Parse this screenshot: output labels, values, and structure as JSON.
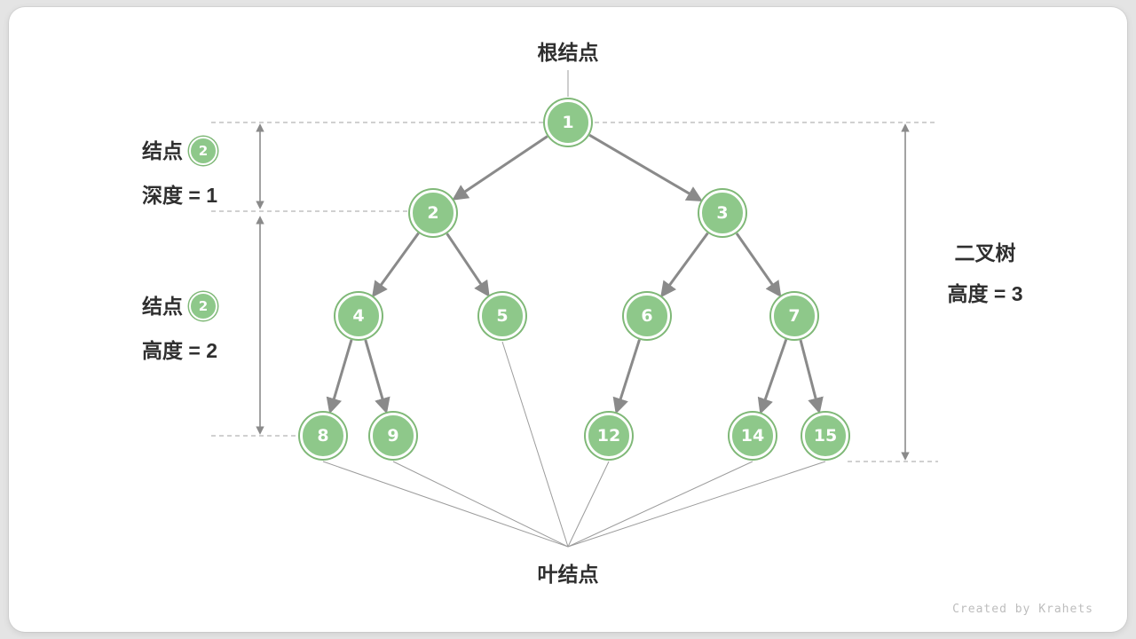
{
  "labels": {
    "root": "根结点",
    "leaf": "叶结点"
  },
  "annotations": {
    "node_depth": {
      "prefix": "结点",
      "badge": "2",
      "text": "深度 = 1"
    },
    "node_height": {
      "prefix": "结点",
      "badge": "2",
      "text": "高度 = 2"
    },
    "tree_height": {
      "line1": "二叉树",
      "line2": "高度 = 3"
    }
  },
  "tree": {
    "nodes": [
      {
        "id": "1",
        "label": "1"
      },
      {
        "id": "2",
        "label": "2"
      },
      {
        "id": "3",
        "label": "3"
      },
      {
        "id": "4",
        "label": "4"
      },
      {
        "id": "5",
        "label": "5"
      },
      {
        "id": "6",
        "label": "6"
      },
      {
        "id": "7",
        "label": "7"
      },
      {
        "id": "8",
        "label": "8"
      },
      {
        "id": "9",
        "label": "9"
      },
      {
        "id": "12",
        "label": "12"
      },
      {
        "id": "14",
        "label": "14"
      },
      {
        "id": "15",
        "label": "15"
      }
    ],
    "edges": [
      [
        "1",
        "2"
      ],
      [
        "1",
        "3"
      ],
      [
        "2",
        "4"
      ],
      [
        "2",
        "5"
      ],
      [
        "3",
        "6"
      ],
      [
        "3",
        "7"
      ],
      [
        "4",
        "8"
      ],
      [
        "4",
        "9"
      ],
      [
        "6",
        "12"
      ],
      [
        "7",
        "14"
      ],
      [
        "7",
        "15"
      ]
    ],
    "leaves": [
      "8",
      "9",
      "5",
      "12",
      "14",
      "15"
    ]
  },
  "watermark": "Created by Krahets",
  "colors": {
    "node_fill": "#8ec88a",
    "node_ring": "#7fb877",
    "arrow": "#8a8a8a",
    "thin": "#9c9c9c",
    "dash": "#b3b3b3",
    "text": "#2f2f2f",
    "watermark": "#bdbdbd"
  }
}
